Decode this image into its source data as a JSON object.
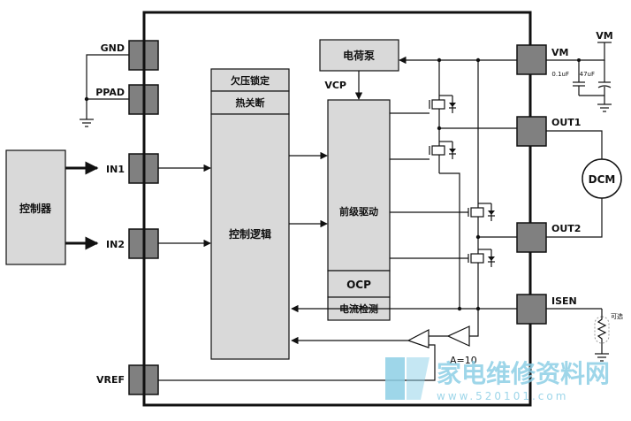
{
  "pins": {
    "gnd": "GND",
    "ppad": "PPAD",
    "in1": "IN1",
    "in2": "IN2",
    "vref": "VREF",
    "vm": "VM",
    "out1": "OUT1",
    "out2": "OUT2",
    "isen": "ISEN"
  },
  "blocks": {
    "controller": "控制器",
    "uvlo": "欠压锁定",
    "thermal": "热关断",
    "control_logic": "控制逻辑",
    "charge_pump": "电荷泵",
    "vcp": "VCP",
    "predriver": "前级驱动",
    "ocp": "OCP",
    "current_sense": "电流检测"
  },
  "external": {
    "vm_supply": "VM",
    "cap1": "0.1uF",
    "cap2": "47uF",
    "motor": "DCM",
    "optional": "可选",
    "amp_gain": "A=10"
  },
  "watermark": {
    "text": "家电维修资料网",
    "url": "www.520101.com"
  }
}
